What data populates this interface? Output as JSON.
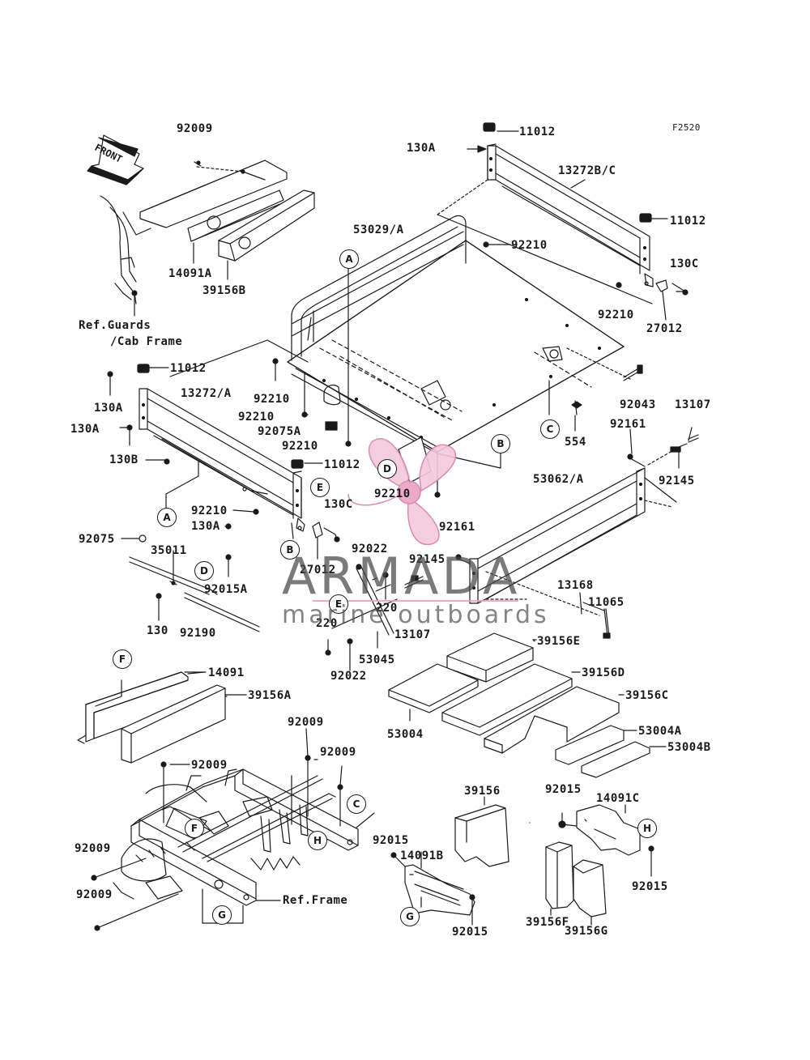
{
  "figure_code": "F2520",
  "front_label": "FRONT",
  "watermark": {
    "title": "ARMADA",
    "subtitle": "marine outboards",
    "accent_color": "#e8a3c4"
  },
  "ref_guards": [
    "Ref.Guards",
    "/Cab Frame"
  ],
  "ref_frame": "Ref.Frame",
  "parts": {
    "p92009_top": "92009",
    "p14091A": "14091A",
    "p39156B": "39156B",
    "p11012_top": "11012",
    "p130A_top": "130A",
    "p13272BC": "13272B/C",
    "p11012_right": "11012",
    "p53029A": "53029/A",
    "p92210_a": "92210",
    "p130C_right": "130C",
    "p92210_b": "92210",
    "p27012_right": "27012",
    "p11012_left": "11012",
    "p130A_l1": "130A",
    "p13272A": "13272/A",
    "p92210_c": "92210",
    "p92210_d": "92210",
    "p92075A": "92075A",
    "p92210_e": "92210",
    "p130A_l2": "130A",
    "p130B": "130B",
    "p11012_mid": "11012",
    "p92043": "92043",
    "p13107_r": "13107",
    "p92161_r": "92161",
    "p554": "554",
    "p92145_r": "92145",
    "p92210_f": "92210",
    "p53062A": "53062/A",
    "p92210_g": "92210",
    "p130A_l3": "130A",
    "p130C_mid": "130C",
    "p92075": "92075",
    "p35011": "35011",
    "p92015A": "92015A",
    "p27012_mid": "27012",
    "p92022_a": "92022",
    "p92161_m": "92161",
    "p92145_m": "92145",
    "p130": "130",
    "p92190": "92190",
    "p220_a": "220",
    "p220_b": "220",
    "p13107_m": "13107",
    "p13168": "13168",
    "p11065": "11065",
    "p53045": "53045",
    "p92022_b": "92022",
    "p39156E": "39156E",
    "p14091": "14091",
    "p39156D": "39156D",
    "p39156A": "39156A",
    "p39156C": "39156C",
    "p53004": "53004",
    "p53004A": "53004A",
    "p53004B": "53004B",
    "p92009_f1": "92009",
    "p92009_f2": "92009",
    "p92009_f3": "92009",
    "p92009_f4": "92009",
    "p92009_f5": "92009",
    "p92015_a": "92015",
    "p14091B": "14091B",
    "p39156": "39156",
    "p92015_b": "92015",
    "p14091C": "14091C",
    "p92015_c": "92015",
    "p92015_d": "92015",
    "p39156F": "39156F",
    "p39156G": "39156G"
  },
  "callouts": {
    "A1": "A",
    "A2": "A",
    "B1": "B",
    "B2": "B",
    "C1": "C",
    "C2": "C",
    "D1": "D",
    "D2": "D",
    "E1": "E",
    "E2": "E",
    "F1": "F",
    "F2": "F",
    "G1": "G",
    "G2": "G",
    "H1": "H",
    "H2": "H"
  }
}
